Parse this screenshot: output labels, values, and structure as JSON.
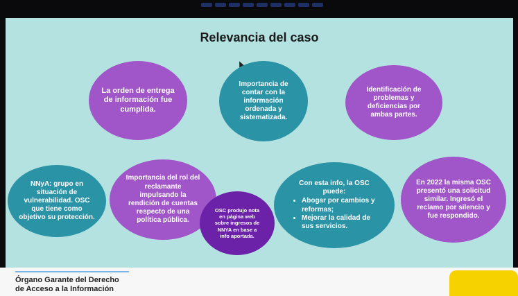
{
  "slide": {
    "title": "Relevancia del caso",
    "bubbles": {
      "b1": "La orden de entrega de información fue cumplida.",
      "b2": "Importancia de contar con la información ordenada y sistematizada.",
      "b3": "Identificación de problemas y deficiencias por ambas partes.",
      "b4": "NNyA: grupo en situación de vulnerabilidad. OSC que tiene como objetivo su protección.",
      "b5": "Importancia del rol del reclamante impulsando la rendición de cuentas respecto de una política pública.",
      "b6": "OSC produjo nota en página web sobre ingresos de NNYA en base a info aportada.",
      "b7_lead": "Con esta info, la OSC puede:",
      "b7_items": [
        "Abogar por cambios y reformas;",
        "Mejorar la calidad de sus servicios."
      ],
      "b8": "En 2022 la misma OSC presentó una solicitud similar. Ingresó el reclamo por silencio y fue respondido."
    }
  },
  "footer": {
    "org_line1": "Órgano Garante del Derecho",
    "org_line2": "de Acceso a la Información"
  },
  "colors": {
    "slide_bg": "#b4e2e0",
    "purple": "#a055c8",
    "teal": "#2a93a6",
    "dark_purple": "#6b22a8"
  }
}
